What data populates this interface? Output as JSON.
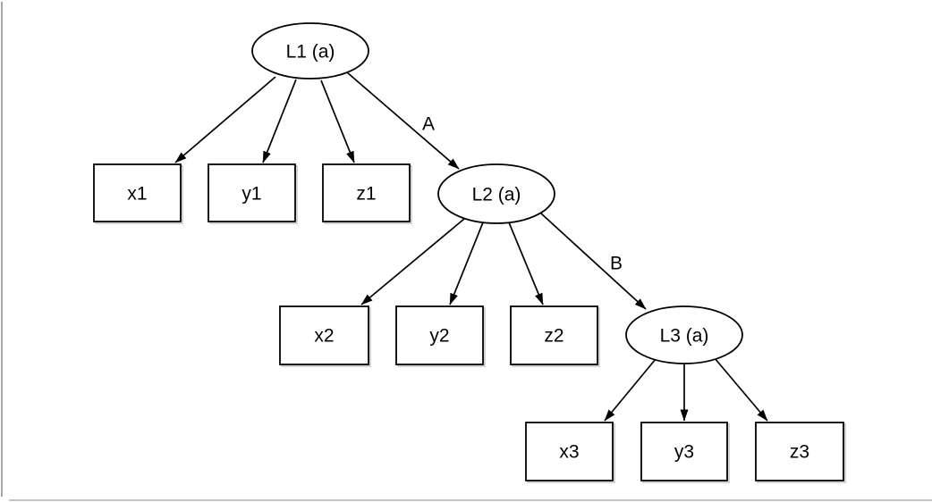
{
  "diagram": {
    "type": "tree",
    "background_color": "#ffffff",
    "node_stroke_color": "#000000",
    "node_fill_color": "#ffffff",
    "frame_border_color": "#a6a6a6",
    "latent_nodes": [
      {
        "id": "L1",
        "label": "L1 (a)",
        "shape": "ellipse"
      },
      {
        "id": "L2",
        "label": "L2 (a)",
        "shape": "ellipse"
      },
      {
        "id": "L3",
        "label": "L3 (a)",
        "shape": "ellipse"
      }
    ],
    "observed_nodes": [
      {
        "id": "x1",
        "label": "x1",
        "shape": "rect"
      },
      {
        "id": "y1",
        "label": "y1",
        "shape": "rect"
      },
      {
        "id": "z1",
        "label": "z1",
        "shape": "rect"
      },
      {
        "id": "x2",
        "label": "x2",
        "shape": "rect"
      },
      {
        "id": "y2",
        "label": "y2",
        "shape": "rect"
      },
      {
        "id": "z2",
        "label": "z2",
        "shape": "rect"
      },
      {
        "id": "x3",
        "label": "x3",
        "shape": "rect"
      },
      {
        "id": "y3",
        "label": "y3",
        "shape": "rect"
      },
      {
        "id": "z3",
        "label": "z3",
        "shape": "rect"
      }
    ],
    "edges": [
      {
        "from": "L1",
        "to": "x1",
        "label": ""
      },
      {
        "from": "L1",
        "to": "y1",
        "label": ""
      },
      {
        "from": "L1",
        "to": "z1",
        "label": ""
      },
      {
        "from": "L1",
        "to": "L2",
        "label": "A"
      },
      {
        "from": "L2",
        "to": "x2",
        "label": ""
      },
      {
        "from": "L2",
        "to": "y2",
        "label": ""
      },
      {
        "from": "L2",
        "to": "z2",
        "label": ""
      },
      {
        "from": "L2",
        "to": "L3",
        "label": "B"
      },
      {
        "from": "L3",
        "to": "x3",
        "label": ""
      },
      {
        "from": "L3",
        "to": "y3",
        "label": ""
      },
      {
        "from": "L3",
        "to": "z3",
        "label": ""
      }
    ]
  }
}
